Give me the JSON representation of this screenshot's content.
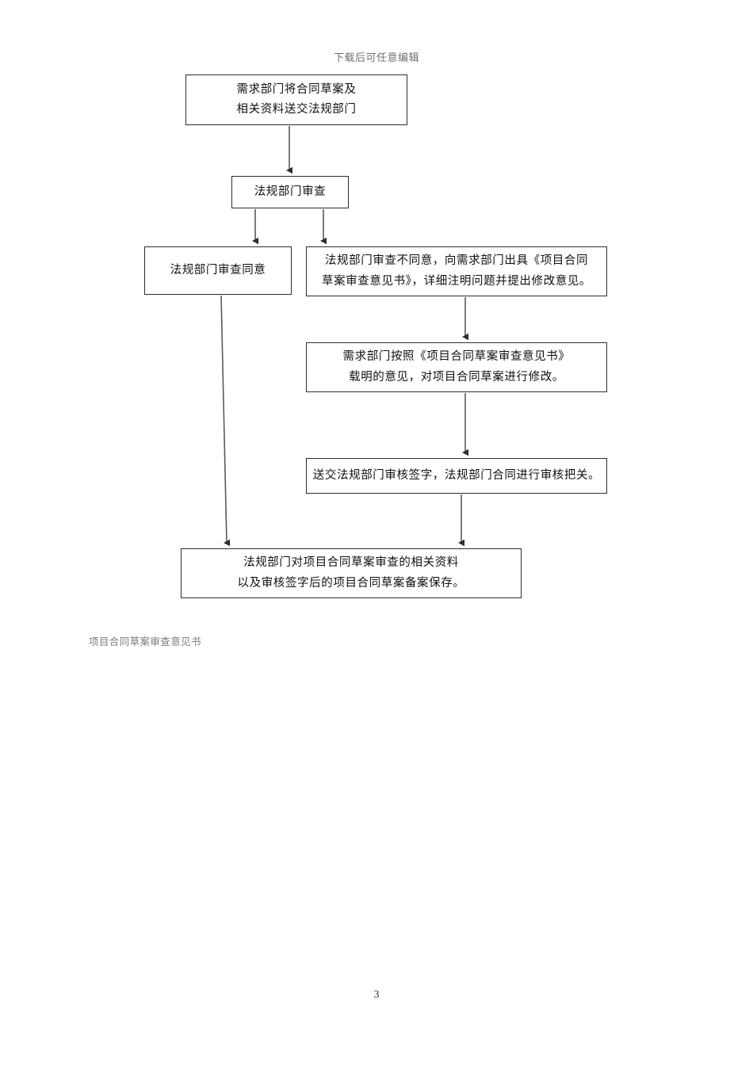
{
  "document": {
    "header_note": "下载后可任意编辑",
    "page_number": "3",
    "caption": "项目合同草案审查意见书"
  },
  "flowchart": {
    "type": "flowchart",
    "orientation": "top-to-bottom",
    "nodes": [
      {
        "id": "n1",
        "lines": [
          "需求部门将合同草案及",
          "相关资料送交法规部门"
        ]
      },
      {
        "id": "n2",
        "lines": [
          "法规部门审查"
        ]
      },
      {
        "id": "n3",
        "lines": [
          "法规部门审查同意"
        ]
      },
      {
        "id": "n4",
        "lines": [
          "法规部门审查不同意，向需求部门出具《项目合同",
          "草案审查意见书》，详细注明问题并提出修改意见。"
        ]
      },
      {
        "id": "n5",
        "lines": [
          "需求部门按照《项目合同草案审查意见书》",
          "载明的意见，对项目合同草案进行修改。"
        ]
      },
      {
        "id": "n6",
        "lines": [
          "送交法规部门审核签字，法规部门合同进行审核把关。"
        ]
      },
      {
        "id": "n7",
        "lines": [
          "法规部门对项目合同草案审查的相关资料",
          "以及审核签字后的项目合同草案备案保存。"
        ]
      }
    ],
    "edges": [
      {
        "from": "n1",
        "to": "n2"
      },
      {
        "from": "n2",
        "to": "n3"
      },
      {
        "from": "n2",
        "to": "n4"
      },
      {
        "from": "n3",
        "to": "n7"
      },
      {
        "from": "n4",
        "to": "n5"
      },
      {
        "from": "n5",
        "to": "n6"
      },
      {
        "from": "n6",
        "to": "n7"
      }
    ],
    "colors": {
      "node_border": "#2d2d2d",
      "node_fill": "#ffffff",
      "edge": "#4a4a4a",
      "text": "#101010"
    }
  }
}
